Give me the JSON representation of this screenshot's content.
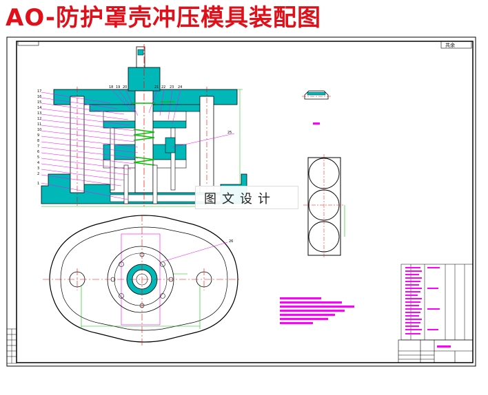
{
  "page": {
    "title": "AO-防护罩壳冲压模具装配图"
  },
  "watermark": {
    "text": "图文设计"
  },
  "drawing": {
    "corner_label": "共余",
    "colors": {
      "outline": "#000000",
      "annotation": "#ff00ff",
      "centerline": "#ff0000",
      "steel": "#00c0c0",
      "accent_green": "#00c000",
      "title_red": "#e0101a"
    },
    "part_numbers_left": [
      "17",
      "16",
      "15",
      "14",
      "13",
      "12",
      "11",
      "10",
      "9",
      "8",
      "7",
      "6",
      "5",
      "4",
      "3",
      "2",
      "1"
    ],
    "part_numbers_top": [
      "18",
      "19",
      "20",
      "21",
      "22",
      "23",
      "24"
    ],
    "callout_25": "25",
    "callout_26": "26"
  }
}
